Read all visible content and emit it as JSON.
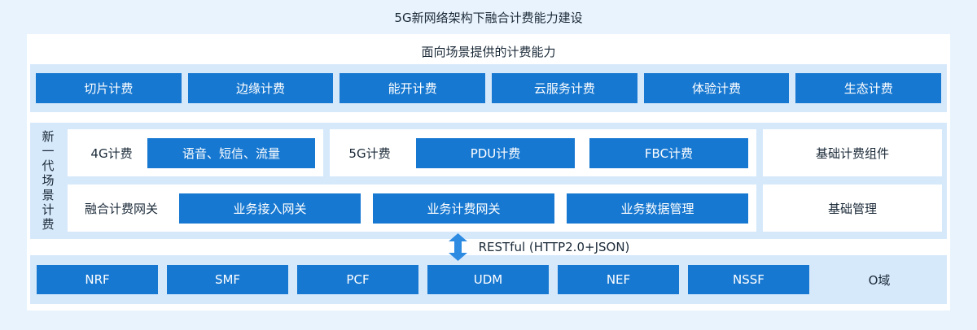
{
  "page": {
    "title": "5G新网络架构下融合计费能力建设",
    "subtitle": "面向场景提供的计费能力"
  },
  "capabilities": {
    "items": [
      "切片计费",
      "边缘计费",
      "能开计费",
      "云服务计费",
      "体验计费",
      "生态计费"
    ]
  },
  "scenario": {
    "side_label": "新一代场景计费",
    "row_4g": {
      "label": "4G计费",
      "buttons": [
        "语音、短信、流量"
      ]
    },
    "row_5g": {
      "label": "5G计费",
      "buttons": [
        "PDU计费",
        "FBC计费"
      ]
    },
    "right_top": "基础计费组件",
    "gateway": {
      "label": "融合计费网关",
      "buttons": [
        "业务接入网关",
        "业务计费网关",
        "业务数据管理"
      ]
    },
    "right_bottom": "基础管理"
  },
  "connector": {
    "label": "RESTful (HTTP2.0+JSON)",
    "icon": "double-vertical-arrow-icon"
  },
  "nf": {
    "items": [
      "NRF",
      "SMF",
      "PCF",
      "UDM",
      "NEF",
      "NSSF"
    ],
    "domain_label": "O域"
  },
  "colors": {
    "page_bg": "#E9F3FD",
    "panel_bg": "#FFFFFF",
    "strip_bg": "#D6E9FB",
    "block_blue": "#1778D1",
    "arrow_blue": "#2E8BE2",
    "text_dark": "#1B2A38",
    "text_on_blue": "#FFFFFF"
  }
}
